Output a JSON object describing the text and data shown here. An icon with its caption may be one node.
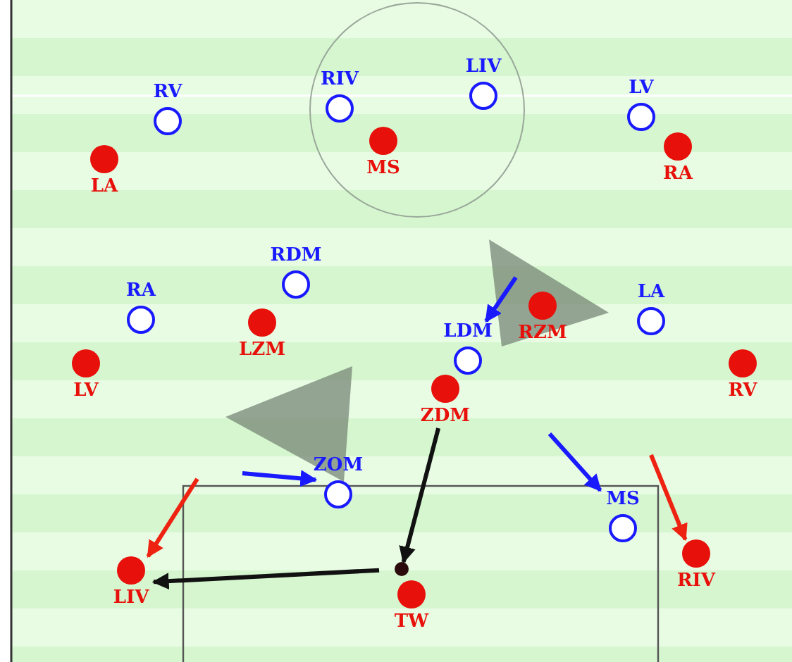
{
  "diagram": {
    "nodes": [
      {
        "text": [
          "RV"
        ]
      },
      {
        "text": [
          "RIV"
        ]
      },
      {
        "text": [
          "LIV"
        ]
      },
      {
        "text": [
          "LV"
        ]
      },
      {
        "text": [
          "LA"
        ]
      },
      {
        "text": [
          "MS"
        ]
      },
      {
        "text": [
          "RA"
        ]
      },
      {
        "text": [
          "RDM"
        ]
      },
      {
        "text": [
          "RA"
        ]
      },
      {
        "text": [
          "LA"
        ]
      },
      {
        "text": [
          "LDM"
        ]
      },
      {
        "text": [
          "RZM"
        ]
      },
      {
        "text": [
          "LZM"
        ]
      },
      {
        "text": [
          "LV"
        ]
      },
      {
        "text": [
          "RV"
        ]
      },
      {
        "text": [
          "ZDM"
        ]
      },
      {
        "text": [
          "ZOM"
        ]
      },
      {
        "text": [
          "MS"
        ]
      },
      {
        "text": [
          "LIV"
        ]
      },
      {
        "text": [
          "RIV"
        ]
      },
      {
        "text": [],
        "shape": "circle"
      },
      {
        "text": [
          "TW"
        ]
      }
    ],
    "edges": [
      {
        "from": null,
        "to": 10,
        "arrow": "to",
        "color": "#1a1aff"
      },
      {
        "from": null,
        "to": 16,
        "arrow": "to",
        "color": "#1a1aff"
      },
      {
        "from": null,
        "to": 17,
        "arrow": "to",
        "color": "#1a1aff"
      },
      {
        "from": null,
        "to": 18,
        "arrow": "to",
        "color": "#ee2211"
      },
      {
        "from": null,
        "to": 19,
        "arrow": "to",
        "color": "#ee2211"
      },
      {
        "from": 15,
        "to": 20,
        "arrow": "to",
        "color": "#111111"
      },
      {
        "from": 20,
        "to": 18,
        "arrow": "to",
        "color": "#111111"
      }
    ]
  }
}
